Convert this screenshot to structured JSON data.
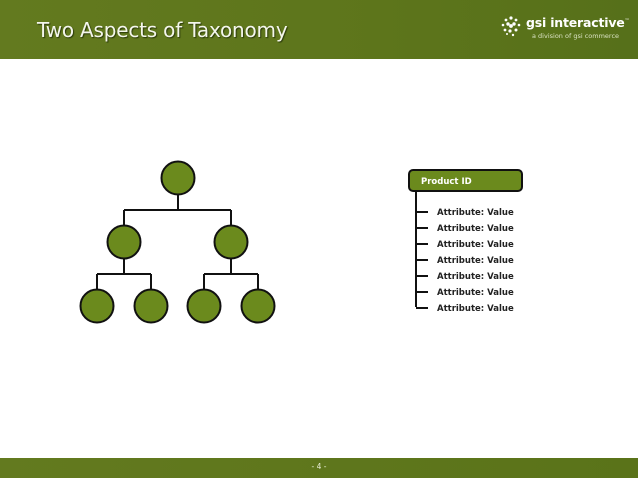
{
  "slide": {
    "title": "Two Aspects of Taxonomy",
    "page_number": "- 4 -"
  },
  "brand": {
    "name": "gsi interactive",
    "trademark": "™",
    "tagline": "a division of gsi commerce",
    "color_header": "#5f771c",
    "color_node": "#6b8a1d"
  },
  "record": {
    "header": "Product ID",
    "attributes": [
      "Attribute: Value",
      "Attribute: Value",
      "Attribute: Value",
      "Attribute: Value",
      "Attribute: Value",
      "Attribute: Value",
      "Attribute: Value"
    ]
  }
}
